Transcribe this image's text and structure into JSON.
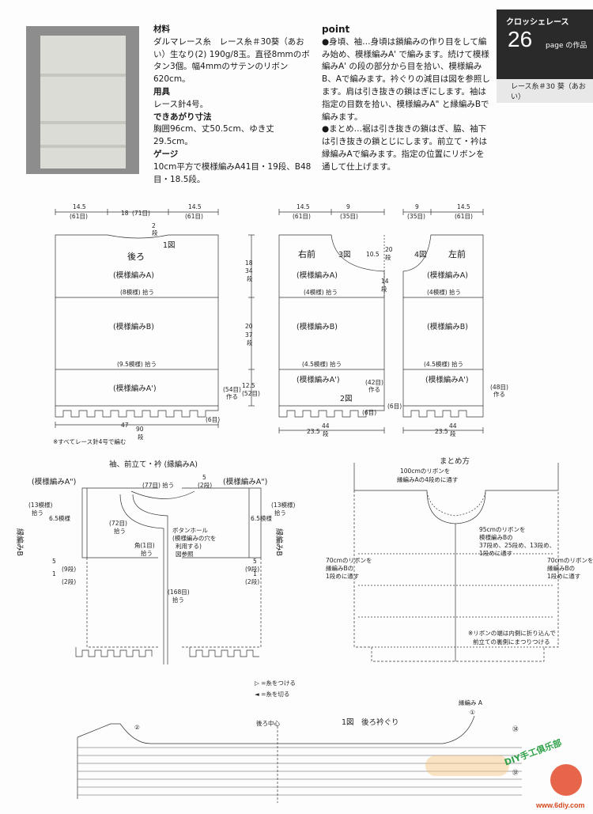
{
  "badge": {
    "category": "クロッシェレース",
    "page_number": "26",
    "page_label": "page の作品",
    "yarn": "レース糸＃30 葵（あおい）"
  },
  "materials": {
    "h1": "材料",
    "t1": "ダルマレース糸　レース糸＃30葵（あおい）生なり(2) 190g/8玉。直径8mmのボタン3個。幅4mmのサテンのリボン620cm。",
    "h2": "用具",
    "t2": "レース針4号。",
    "h3": "できあがり寸法",
    "t3": "胸囲96cm、丈50.5cm、ゆき丈29.5cm。",
    "h4": "ゲージ",
    "t4": "10cm平方で模様編みA41目・19段、B48目・18.5段。"
  },
  "point": {
    "title": "point",
    "p1": "●身頃、袖…身頃は鎖編みの作り目をして編み始め、模様編みA' で編みます。続けて模様編みA' の段の部分から目を拾い、模様編みB、Aで編みます。衿ぐりの減目は図を参照します。肩は引き抜きの鎖はぎにします。袖は指定の目数を拾い、模様編みA\" と縁編みBで編みます。",
    "p2": "●まとめ…裾は引き抜きの鎖はぎ、脇、袖下は引き抜きの鎖とじにします。前立て・衿は縁編みAで編みます。指定の位置にリボンを通して仕上げます。"
  },
  "back": {
    "title": "後ろ",
    "fig": "1図",
    "w1": "14.5",
    "w1s": "(61目)",
    "w2": "18",
    "w2s": "(71目)",
    "w3": "14.5",
    "w3s": "(61目)",
    "neck": "2",
    "neck_u": "段",
    "a": "(模様編みA)",
    "a_pick": "(8模様) 拾う",
    "b": "(模様編みB)",
    "b_pick": "(9.5模様) 拾う",
    "ap": "(模様編みA')",
    "h1": "18",
    "h1s": "34",
    "h1u": "段",
    "h2": "20",
    "h2s": "37",
    "h2u": "段",
    "h3": "12.5",
    "h3s": "(52目)",
    "make": "(54目)",
    "make2": "作る",
    "sixa": "(6目)",
    "bottom": "47",
    "bottom_s": "90",
    "bottom_u": "段",
    "note": "※すべてレース針4号で編む"
  },
  "right": {
    "title": "右前",
    "fig": "3図",
    "w1": "14.5",
    "w1s": "(61目)",
    "w2": "9",
    "w2s": "(35目)",
    "nh": "10.5",
    "nh_s": "20",
    "nh_u": "段",
    "nh2": "14",
    "nh2_u": "段",
    "a": "(模様編みA)",
    "a_pick": "(4模様) 拾う",
    "b": "(模様編みB)",
    "b_pick": "(4.5模様) 拾う",
    "ap": "(模様編みA')",
    "make": "(42目)",
    "make2": "作る",
    "fig2": "2図",
    "six": "(6目)",
    "bottom": "23.5",
    "bottom_s": "44",
    "bottom_u": "段"
  },
  "left": {
    "title": "左前",
    "fig": "4図",
    "w1": "9",
    "w1s": "(35目)",
    "w2": "14.5",
    "w2s": "(61目)",
    "a": "(模様編みA)",
    "a_pick": "(4模様) 拾う",
    "b": "(模様編みB)",
    "b_pick": "(4.5模様) 拾う",
    "ap": "(模様編みA')",
    "make": "(48目)",
    "make2": "作る",
    "six": "(6目)",
    "bottom": "23.5",
    "bottom_s": "44",
    "bottom_u": "段"
  },
  "sleeve": {
    "title": "袖、前立て・衿 (縁編みA)",
    "left_label": "(模様編みA\")",
    "right_label": "(模様編みA\")",
    "pick13": "(13模様)",
    "pick": "拾う",
    "mod": "6.5模様",
    "edge": "縁編みB",
    "s5": "5",
    "s9": "(9段)",
    "s1": "1",
    "s2": "(2段)",
    "neck77": "(77目) 拾う",
    "n5": "5",
    "n2": "(2段)",
    "n72": "(72目)",
    "n72p": "拾う",
    "corner": "角(1目)",
    "corner2": "拾う",
    "bh1": "ボタンホール",
    "bh2": "(模様編みの穴を",
    "bh3": "利用する)",
    "bh4": "図参照",
    "p168": "(168目)",
    "p168b": "拾う"
  },
  "finish": {
    "title": "まとめ方",
    "rib100a": "100cmのリボンを",
    "rib100b": "縁編みAの4段めに通す",
    "rib95a": "95cmのリボンを",
    "rib95b": "模様編みBの",
    "rib95c": "37段め、25段め、13段め、",
    "rib95d": "1段めに通す",
    "rib70a": "70cmのリボンを",
    "rib70b": "縁編みBの",
    "rib70c": "1段めに通す",
    "rib70ra": "70cmのリボンを",
    "rib70rb": "縁編みBの",
    "rib70rc": "1段めに通す",
    "note1": "※リボンの端は内側に折り込んで",
    "note2": "前立ての裏側にまつりつける"
  },
  "legend": {
    "attach": "▷ =糸をつける",
    "cut": "◄ =糸を切る"
  },
  "chart": {
    "title": "1図　後ろ衿ぐり",
    "center": "後ろ中心",
    "edge": "縁編み A",
    "r1": "①",
    "r2": "②",
    "r34": "㉞",
    "r32": "㉜"
  },
  "footer": {
    "logo_text": "DIY手工俱乐部",
    "site": "www.6diy.com"
  }
}
